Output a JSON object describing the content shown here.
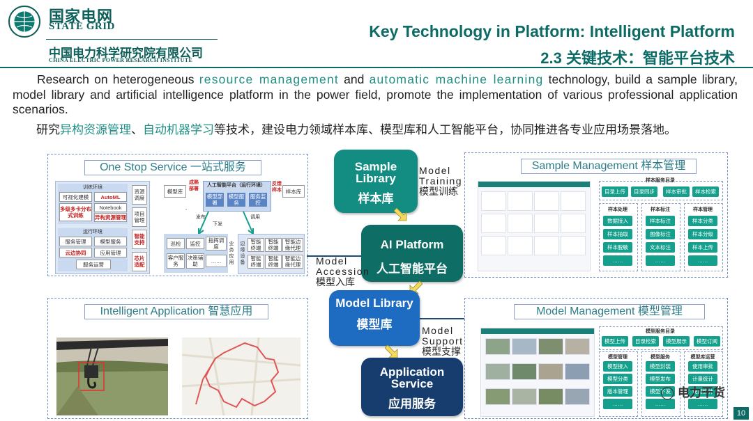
{
  "header": {
    "brand_cn": "国家电网",
    "brand_en": "STATE GRID",
    "institute_cn": "中国电力科学研究院有限公司",
    "institute_en": "CHINA ELECTRIC POWER RESEARCH INSTITUTE",
    "title_en": "Key Technology in Platform: Intelligent Platform",
    "title_cn": "2.3 关键技术：智能平台技术"
  },
  "intro": {
    "en_pre": "Research on heterogeneous ",
    "en_hl1": "resource management",
    "en_mid": " and ",
    "en_hl2": "automatic machine learning",
    "en_post": " technology, build a sample library, model library and artificial intelligence platform in the power field, promote the implementation of various professional application scenarios.",
    "cn_pre": "研究",
    "cn_hl1": "异构资源管理",
    "cn_sep": "、",
    "cn_hl2": "自动机器学习",
    "cn_post": "等技术，建设电力领域样本库、模型库和人工智能平台，协同推进各专业应用场景落地。"
  },
  "panels": {
    "one_stop": "One Stop Service 一站式服务",
    "sample_mgmt": "Sample Management 样本管理",
    "intel_app": "Intelligent Application 智慧应用",
    "model_mgmt": "Model Management 模型管理"
  },
  "flow": {
    "sample_library_en": "Sample Library",
    "sample_library_cn": "样本库",
    "model_training_en": "Model Training",
    "model_training_cn": "模型训练",
    "ai_platform_en": "AI Platform",
    "ai_platform_cn": "人工智能平台",
    "model_accession_en": "Model Accession",
    "model_accession_cn": "模型入库",
    "model_library_en": "Model Library",
    "model_library_cn": "模型库",
    "model_support_en": "Model Support",
    "model_support_cn": "模型支撑",
    "application_service_en": "Application Service",
    "application_service_cn": "应用服务"
  },
  "one_stop_diagram": {
    "train_env": "训练环境",
    "visual_model": "可视化建模",
    "automl": "AutoML",
    "distributed": "多级多卡分布式训练",
    "notebook": "Notebook",
    "hetero": "异构资源管理",
    "run_env": "运行环境",
    "service_mgmt": "服务管理",
    "model_service": "模型服务",
    "cloud_edge": "云边协同",
    "app_mgmt": "应用管理",
    "service_ops": "服务运营",
    "res_dispatch": "资源调度",
    "project_mgmt": "项目管理",
    "auto_support": "智能支持",
    "chip_adapt": "芯片适配",
    "model_lib": "模型库",
    "platform": "人工智能平台（运行环境）",
    "deploy": "模型部署",
    "service": "模型服务",
    "monitor": "服务监控",
    "sample_lib": "样本库",
    "feedback": "反馈样本",
    "cloud_edge_deploy": "成熟部署",
    "release": "发布",
    "call": "调用",
    "issue": "下发",
    "bottom_items": [
      "巡检",
      "监控",
      "指挥调度",
      "业务应用",
      "客户服务",
      "决策辅助",
      "……"
    ],
    "edge": "边缘设备",
    "devices": [
      "智能终端",
      "智能终端",
      "智能边缘代理",
      "智能终端",
      "智能终端",
      "智能边缘代理"
    ]
  },
  "sample_mgmt_diagram": {
    "catalog": "样本服务目录",
    "top_buttons": [
      "目录上传",
      "目录同步",
      "样本审批",
      "样本检索"
    ],
    "col_heads": [
      "样本处理",
      "样本标注",
      "样本管理"
    ],
    "col1": [
      "数据接入",
      "样本抽取",
      "样本脱敏",
      "……"
    ],
    "col2": [
      "样本标注",
      "图像标注",
      "文本标注",
      "……"
    ],
    "col3": [
      "样本分类",
      "样本分级",
      "样本上传",
      "……"
    ]
  },
  "model_mgmt_diagram": {
    "catalog": "模型服务目录",
    "top_buttons": [
      "模型上传",
      "目录检索",
      "模型展示",
      "模型订阅"
    ],
    "col_heads": [
      "模型管理",
      "模型服务",
      "模型库运营"
    ],
    "col1": [
      "模型接入",
      "模型分类",
      "版本管理",
      "……"
    ],
    "col2": [
      "模型封装",
      "模型发布",
      "模型下发",
      "……"
    ],
    "col3": [
      "使用审批",
      "计量统计",
      "使用统计",
      "……"
    ]
  },
  "watermark": "电力干货",
  "page_number": "10"
}
